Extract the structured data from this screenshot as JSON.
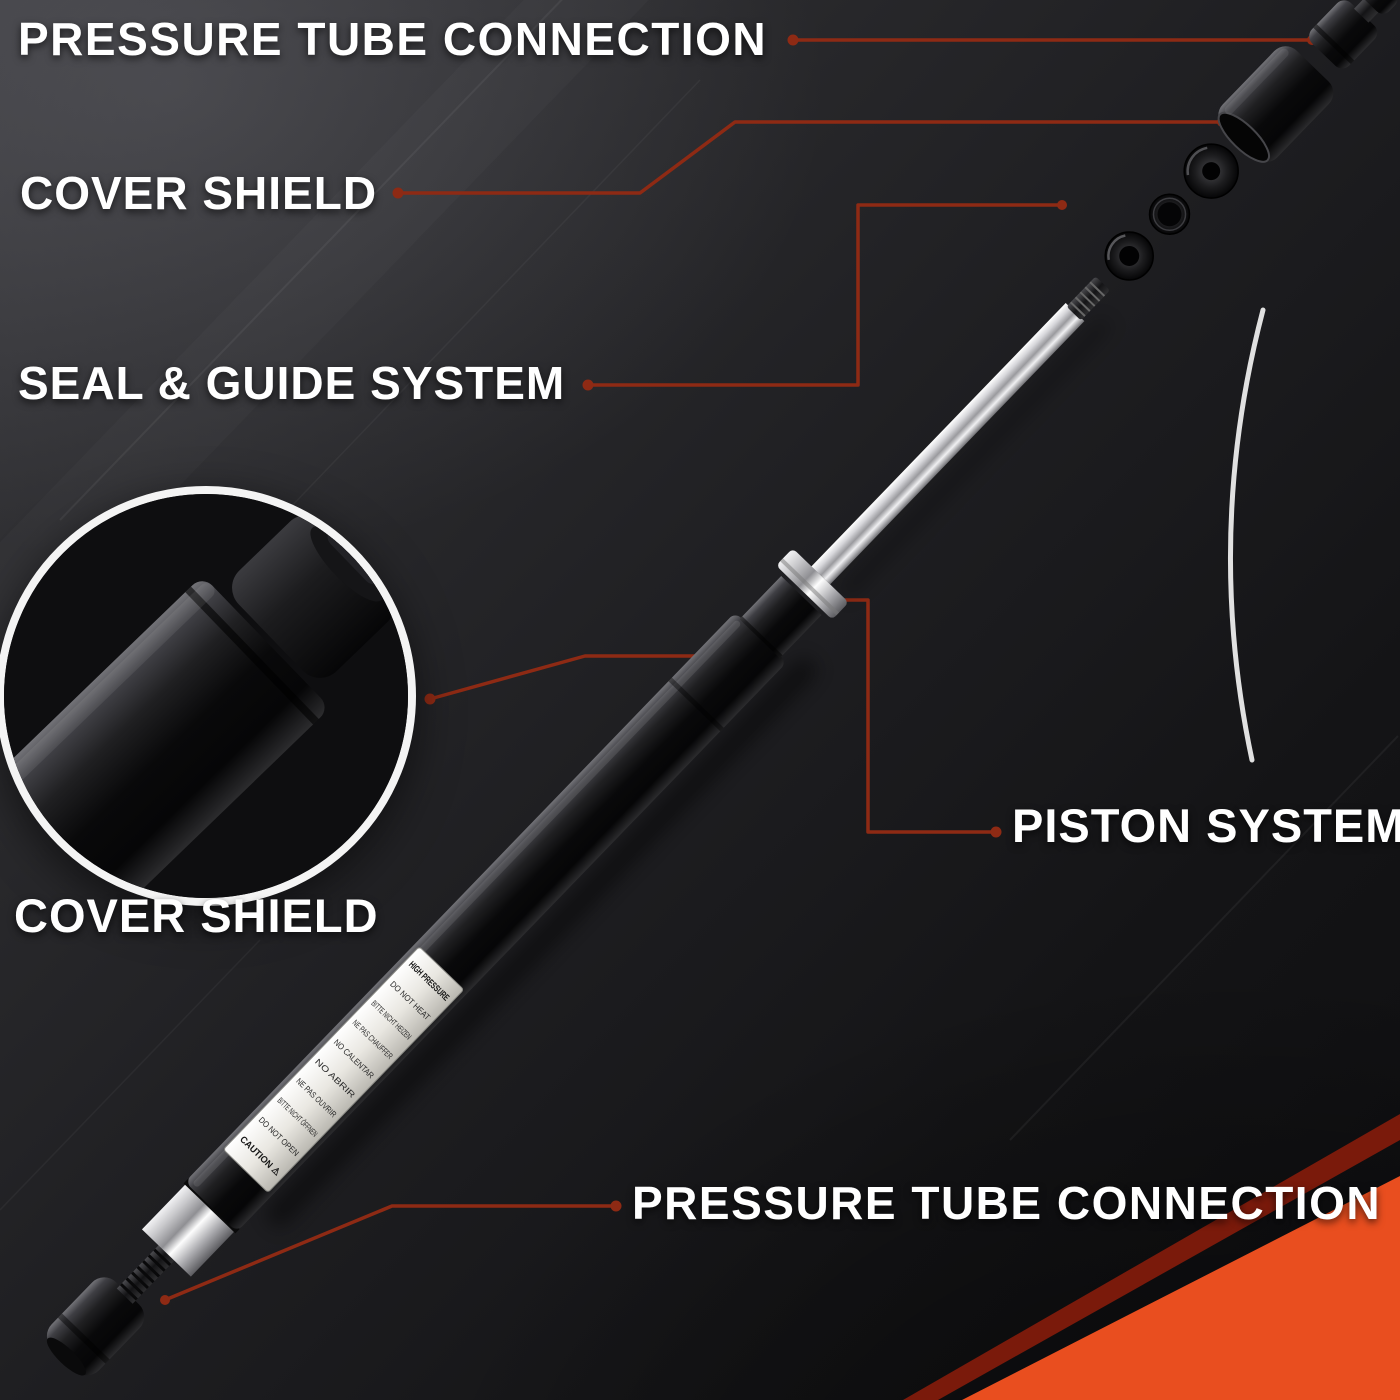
{
  "colors": {
    "background": "#1a1a1c",
    "label_text": "#ffffff",
    "leader_line": "#8e2a14",
    "ribbon_orange": "#e94e1f",
    "ribbon_dark_red": "#7a1a0b",
    "arc_white": "#ececec"
  },
  "callouts": {
    "pressure_tube_connection_top": "PRESSURE TUBE CONNECTION",
    "cover_shield_top": "COVER SHIELD",
    "seal_and_guide_system": "SEAL & GUIDE SYSTEM",
    "cover_shield_bottom": "COVER SHIELD",
    "piston_system": "PISTON SYSTEM",
    "pressure_tube_connection_bottom": "PRESSURE TUBE CONNECTION"
  },
  "caution_label": {
    "heading": "CAUTION ⚠",
    "warning": "HIGH PRESSURE",
    "do_not_open": [
      "DO NOT OPEN",
      "BITTE NICHT ÖFFNEN",
      "NE PAS OUVRIR",
      "NO ABRIR"
    ],
    "do_not_heat": [
      "DO NOT HEAT",
      "BITTE NICHT HEIZEN",
      "NE PAS CHAUFFER",
      "NO CALENTAR"
    ]
  }
}
